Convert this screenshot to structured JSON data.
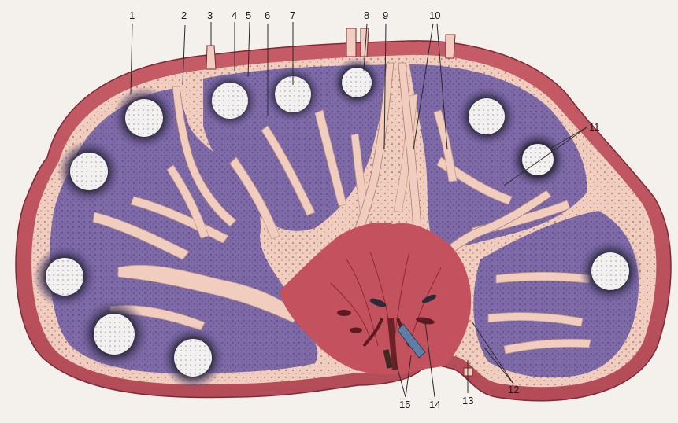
{
  "diagram": {
    "labels": [
      "1",
      "2",
      "3",
      "4",
      "5",
      "6",
      "7",
      "8",
      "9",
      "10",
      "11",
      "12",
      "13",
      "14",
      "15"
    ]
  },
  "colors": {
    "capsule": "#c9616b",
    "capsule_dark": "#a9434f",
    "trabecula": "#f0cdbd",
    "cortex": "#7d6aa6",
    "cortex_dark": "#564585",
    "follicle_center": "#f3f1ef",
    "hilum": "#c4525c",
    "background": "#f4f1ec"
  }
}
